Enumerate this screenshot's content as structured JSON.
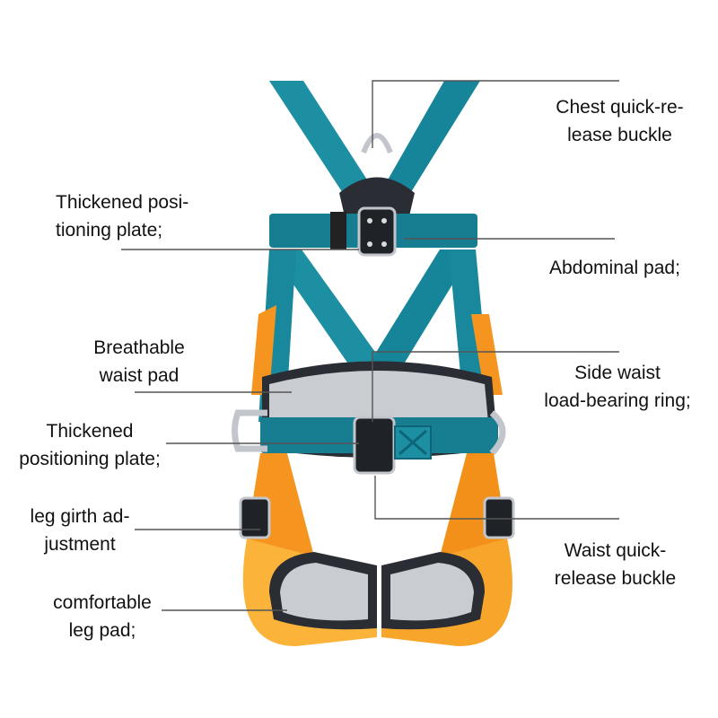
{
  "labels": {
    "chest_buckle": [
      "Chest quick-re-",
      "lease buckle"
    ],
    "plate_upper": [
      "Thickened posi-",
      "tioning plate;"
    ],
    "abdominal_pad": [
      "Abdominal pad;"
    ],
    "waist_pad": [
      "Breathable",
      "waist pad"
    ],
    "side_ring": [
      "Side waist",
      "load-bearing ring;"
    ],
    "plate_lower": [
      "Thickened",
      "positioning plate;"
    ],
    "leg_girth": [
      "leg girth ad-",
      "justment"
    ],
    "waist_buckle": [
      "Waist quick-",
      "release buckle"
    ],
    "leg_pad": [
      "comfortable",
      "leg pad;"
    ]
  },
  "colors": {
    "strap_teal": "#1c8fa3",
    "strap_teal_dark": "#0f6578",
    "leg_orange": "#f5941e",
    "leg_yellow": "#fbb33a",
    "pad_dark": "#2a2d33",
    "mesh_gray": "#c9ccd1",
    "metal": "#c2c6cc",
    "leader_line": "#555555"
  }
}
